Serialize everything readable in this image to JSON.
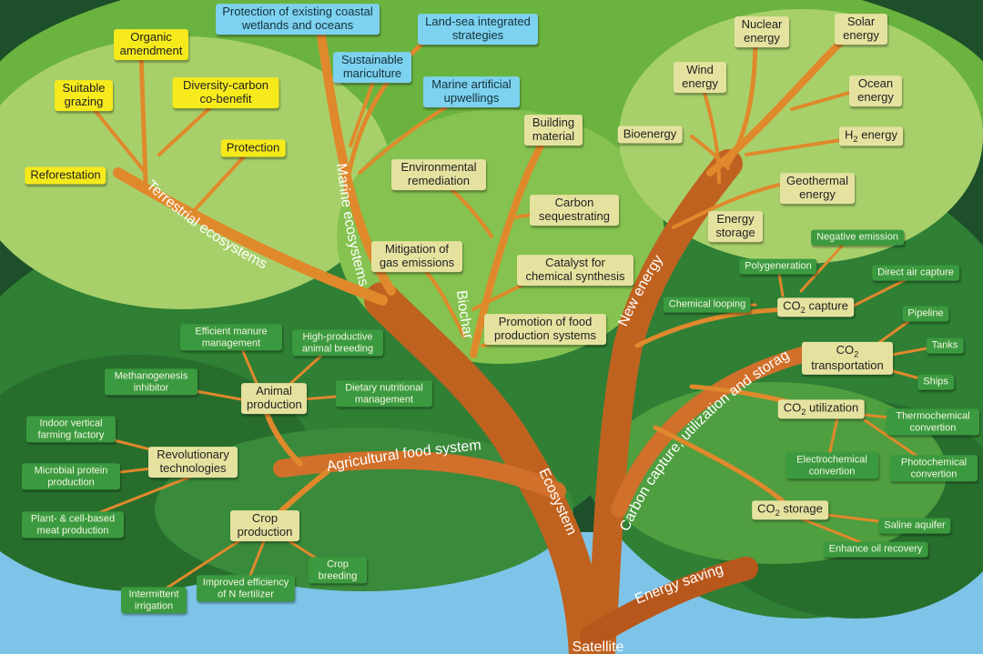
{
  "colors": {
    "sky": "#1d4f2a",
    "water": "#7ec4e8",
    "trunk": "#c0621f",
    "branch": "#e0892c",
    "canopy_dark": "#2e7d34",
    "canopy_mid": "#5aaa3c",
    "canopy_light": "#b9d97a",
    "box_yellow": "#f6ea1c",
    "box_blue": "#7dd2ef",
    "box_khaki": "#e5e2a0",
    "box_green": "#3b9a3f"
  },
  "branches": {
    "terrestrial": "Terrestrial ecosystems",
    "marine": "Marine ecosystems",
    "biochar": "Biochar",
    "new_energy": "New energy",
    "ccus": "Carbon capture, utilization and storage",
    "agri": "Agricultural food system",
    "ecosystem": "Ecosystem",
    "energy_saving": "Energy saving",
    "satellite": "Satellite"
  },
  "labels": {
    "reforestation": "Reforestation",
    "suitable_grazing": "Suitable grazing",
    "organic_amendment": "Organic amendment",
    "diversity_carbon": "Diversity-carbon co-benefit",
    "protection": "Protection",
    "protection_wetlands": "Protection of existing coastal wetlands and oceans",
    "land_sea": "Land-sea integrated strategies",
    "sustainable_mariculture": "Sustainable mariculture",
    "marine_upwellings": "Marine artificial upwellings",
    "building_material": "Building material",
    "env_remediation": "Environmental remediation",
    "carbon_sequestrating": "Carbon sequestrating",
    "mitigation_gas": "Mitigation of gas emissions",
    "catalyst": "Catalyst for chemical synthesis",
    "promotion_food": "Promotion of food production systems",
    "nuclear": "Nuclear energy",
    "solar": "Solar energy",
    "wind": "Wind energy",
    "ocean": "Ocean energy",
    "bioenergy": "Bioenergy",
    "h2_prefix": "H",
    "h2_sub": "2",
    "h2_suffix": " energy",
    "geothermal": "Geothermal energy",
    "energy_storage": "Energy storage",
    "negative_emission": "Negative emission",
    "polygeneration": "Polygeneration",
    "direct_air": "Direct air capture",
    "chemical_looping": "Chemical looping",
    "co2_capture_a": "CO",
    "co2_capture_b": "2",
    "co2_capture_c": " capture",
    "pipeline": "Pipeline",
    "tanks": "Tanks",
    "ships": "Ships",
    "co2_trans_a": "CO",
    "co2_trans_b": "2",
    "co2_trans_c": "transportation",
    "co2_util_a": "CO",
    "co2_util_b": "2",
    "co2_util_c": " utilization",
    "thermochemical": "Thermochemical convertion",
    "electrochemical": "Electrochemical convertion",
    "photochemical": "Photochemical convertion",
    "co2_storage_a": "CO",
    "co2_storage_b": "2",
    "co2_storage_c": " storage",
    "saline": "Saline aquifer",
    "enhance_oil": "Enhance oil recovery",
    "efficient_manure": "Efficient manure management",
    "high_productive": "High-productive animal breeding",
    "methanogenesis": "Methanogenesis inhibitor",
    "animal_production": "Animal production",
    "dietary": "Dietary nutritional management",
    "indoor_vertical": "Indoor vertical farming factory",
    "revolutionary": "Revolutionary technologies",
    "microbial": "Microbial protein production",
    "plant_cell": "Plant- & cell-based meat production",
    "crop_production": "Crop production",
    "crop_breeding": "Crop breeding",
    "intermittent": "Intermittent irrigation",
    "improved_n": "Improved efficiency of N fertilizer"
  }
}
